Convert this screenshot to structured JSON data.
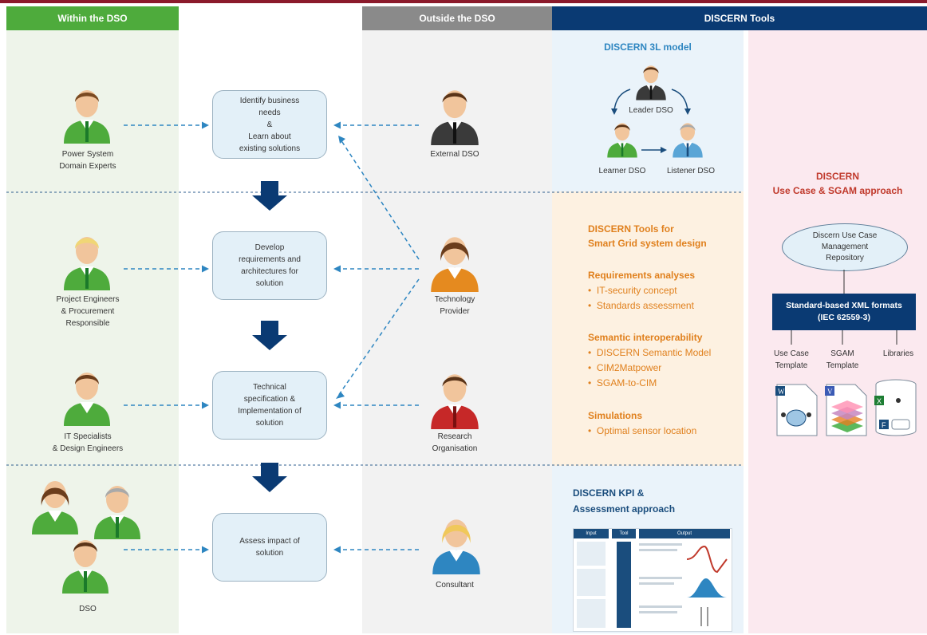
{
  "headers": {
    "within": "Within the DSO",
    "outside": "Outside the DSO",
    "tools": "DISCERN  Tools"
  },
  "process_boxes": [
    {
      "text": "Identify business needs & Learn about existing solutions",
      "lines": [
        "Identify business",
        "needs",
        "&",
        "Learn about",
        "existing solutions"
      ]
    },
    {
      "text": "Develop requirements and architectures for solution",
      "lines": [
        "Develop",
        "requirements and",
        "architectures for",
        "solution"
      ]
    },
    {
      "text": "Technical specification & Implementation of solution",
      "lines": [
        "Technical",
        "specification &",
        "Implementation of",
        "solution"
      ]
    },
    {
      "text": "Assess impact of solution",
      "lines": [
        "Assess impact of",
        "solution"
      ]
    }
  ],
  "within_actors": [
    {
      "lines": [
        "Power System",
        "Domain Experts"
      ]
    },
    {
      "lines": [
        "Project Engineers",
        "& Procurement",
        "Responsible"
      ]
    },
    {
      "lines": [
        "IT Specialists",
        "& Design Engineers"
      ]
    },
    {
      "lines": [
        "DSO"
      ]
    }
  ],
  "outside_actors": [
    {
      "lines": [
        "External DSO"
      ]
    },
    {
      "lines": [
        "Technology",
        "Provider"
      ]
    },
    {
      "lines": [
        "Research",
        "Organisation"
      ]
    },
    {
      "lines": [
        "Consultant"
      ]
    }
  ],
  "model3l": {
    "title": "DISCERN 3L model",
    "leader": "Leader DSO",
    "learner": "Learner DSO",
    "listener": "Listener DSO"
  },
  "tools_design": {
    "title_lines": [
      "DISCERN Tools for",
      "Smart Grid system design"
    ],
    "sections": [
      {
        "heading": "Requirements analyses",
        "items": [
          "IT-security concept",
          "Standards assessment"
        ]
      },
      {
        "heading": "Semantic interoperability",
        "items": [
          "DISCERN Semantic Model",
          "CIM2Matpower",
          "SGAM-to-CIM"
        ]
      },
      {
        "heading": "Simulations",
        "items": [
          "Optimal sensor location"
        ]
      }
    ]
  },
  "kpi": {
    "title_lines": [
      "DISCERN KPI &",
      "Assessment approach"
    ],
    "col_input": "Input",
    "col_tool": "Tool",
    "col_output": "Output"
  },
  "usecase": {
    "title_lines": [
      "DISCERN",
      "Use Case & SGAM approach"
    ],
    "repository_lines": [
      "Discern Use Case",
      "Management",
      "Repository"
    ],
    "xml_lines": [
      "Standard-based XML formats",
      "(IEC 62559-3)"
    ],
    "outputs": [
      {
        "lines": [
          "Use Case",
          "Template"
        ]
      },
      {
        "lines": [
          "SGAM",
          "Template"
        ]
      },
      {
        "lines": [
          "Libraries"
        ]
      }
    ]
  },
  "colors": {
    "green": "#4eab3c",
    "grey": "#8a8a8a",
    "navy": "#0a3a73",
    "arrow": "#2e86c1",
    "orange": "#e0801d",
    "red": "#c0392b"
  }
}
